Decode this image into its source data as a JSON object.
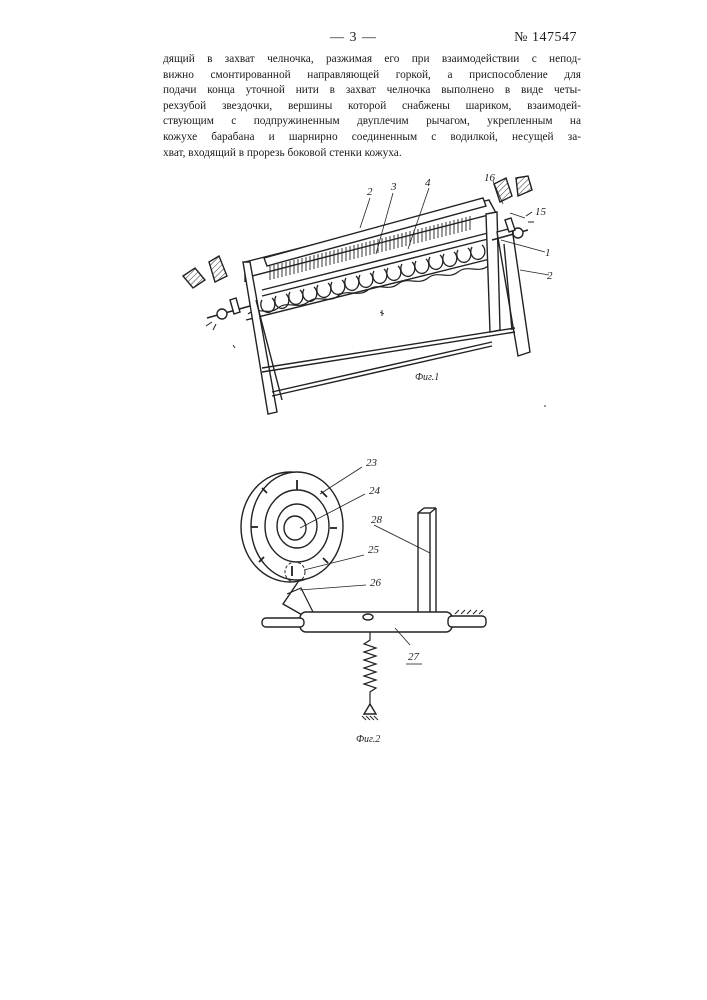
{
  "header": {
    "page_number": "— 3 —",
    "patent_number": "№ 147547"
  },
  "body_lines": [
    "дящий в захват челночка, разжимая его при взаимодействии с непод-",
    "вижно смонтированной направляющей горкой, а приспособление для",
    "подачи конца уточной нити в захват челночка выполнено в виде четы-",
    "рехзубой звездочки, вершины которой снабжены шариком, взаимодей-",
    "ствующим с подпружиненным двуплечим рычагом, укрепленным на",
    "кожухе барабана и шарнирно соединенным с водилкой, несущей за-",
    "хват, входящий в прорезь боковой стенки кожуха."
  ],
  "figure1": {
    "caption": "Фиг.1",
    "labels": {
      "l2a": "2",
      "l3": "3",
      "l4": "4",
      "l16": "16",
      "l15": "15",
      "l1": "1",
      "l2b": "2"
    }
  },
  "figure2": {
    "caption": "Фиг.2",
    "labels": {
      "l23": "23",
      "l24": "24",
      "l28": "28",
      "l25": "25",
      "l26": "26",
      "l27": "27"
    }
  }
}
